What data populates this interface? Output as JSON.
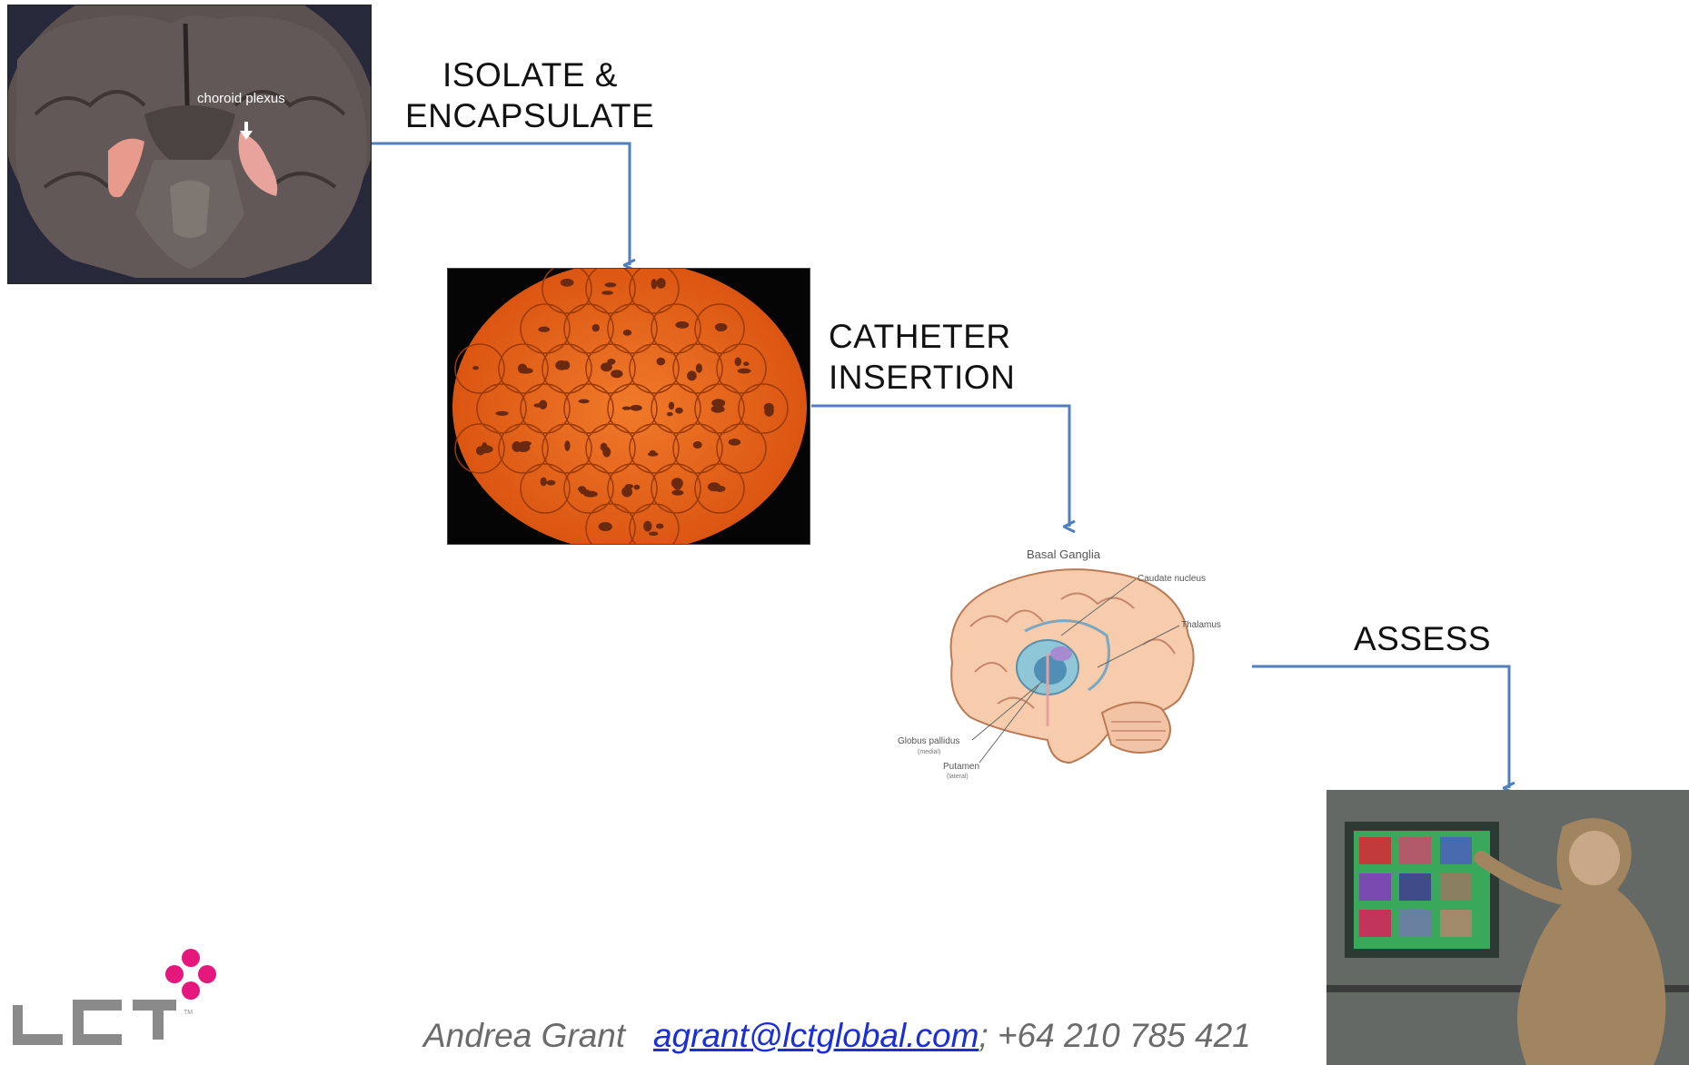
{
  "steps": {
    "step1_label_line1": "ISOLATE &",
    "step1_label_line2": "ENCAPSULATE",
    "step2_label_line1": "CATHETER",
    "step2_label_line2": "INSERTION",
    "step3_label": "ASSESS"
  },
  "images": {
    "brain_slice": {
      "annotation": "choroid plexus"
    },
    "capsules": {},
    "basal_ganglia": {
      "title": "Basal Ganglia",
      "labels": {
        "caudate": "Caudate nucleus",
        "thalamus": "Thalamus",
        "globus": "Globus pallidus",
        "globus_sub": "(medial)",
        "putamen": "Putamen",
        "putamen_sub": "(lateral)"
      }
    },
    "monkey": {}
  },
  "logo": {
    "text": "LCT",
    "tm": "TM"
  },
  "footer": {
    "name": "Andrea Grant",
    "email": "agrant@lctglobal.com",
    "phone": "; +64 210 785 421"
  },
  "colors": {
    "arrow": "#4f7fbf",
    "brand_pink": "#e4177c",
    "logo_gray": "#8a8a8a",
    "capsule_orange": "#e8671a"
  }
}
